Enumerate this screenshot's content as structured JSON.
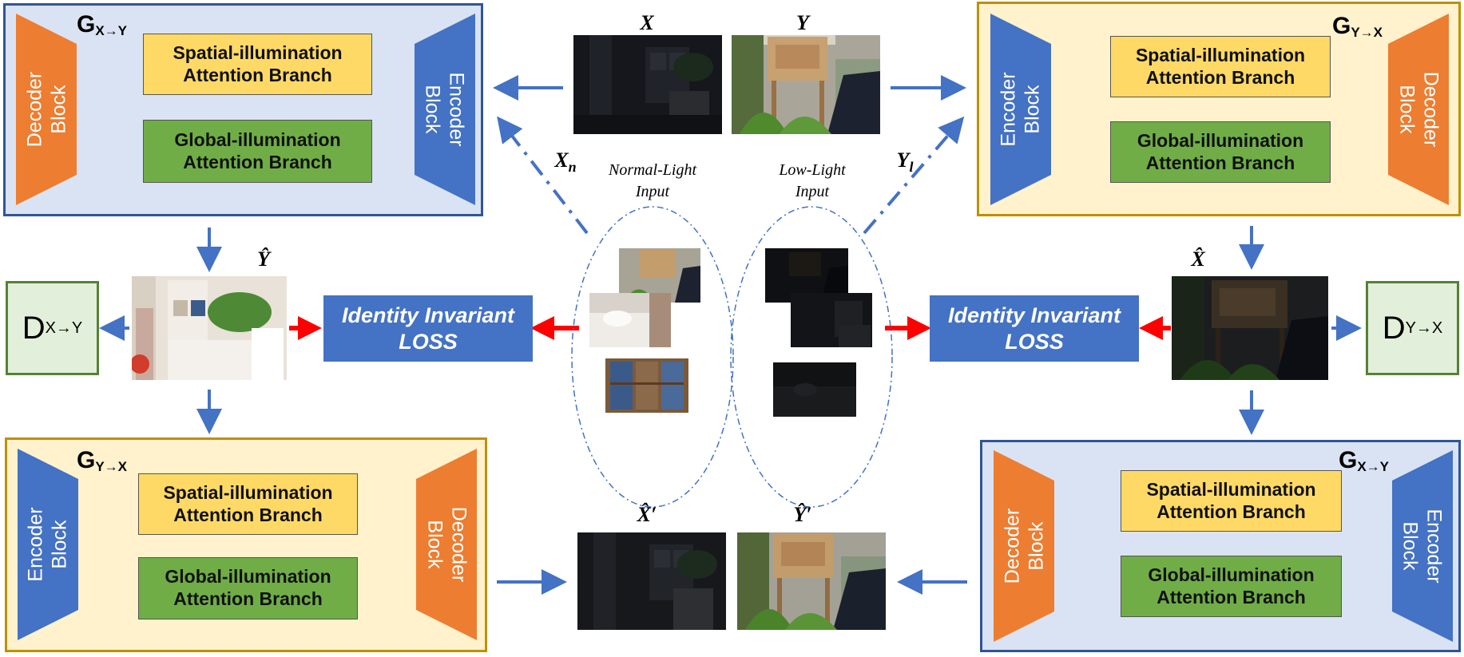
{
  "colors": {
    "blue_panel_bg": "#dae3f3",
    "blue_panel_border": "#2f5597",
    "yellow_panel_bg": "#fff2cc",
    "yellow_panel_border": "#bf9000",
    "encoder": "#4472c4",
    "decoder": "#ed7d31",
    "spatial_branch": "#ffd966",
    "global_branch": "#70ad47",
    "arrow_blue": "#4472c4",
    "arrow_red": "#ff0000"
  },
  "generators": {
    "top_left": {
      "name": "G",
      "sub": "X→Y",
      "encoder": [
        "Encoder",
        "Block"
      ],
      "decoder": [
        "Decoder",
        "Block"
      ],
      "spatial": [
        "Spatial-illumination",
        "Attention Branch"
      ],
      "global": [
        "Global-illumination",
        "Attention Branch"
      ]
    },
    "top_right": {
      "name": "G",
      "sub": "Y→X",
      "encoder": [
        "Encoder",
        "Block"
      ],
      "decoder": [
        "Decoder",
        "Block"
      ],
      "spatial": [
        "Spatial-illumination",
        "Attention Branch"
      ],
      "global": [
        "Global-illumination",
        "Attention Branch"
      ]
    },
    "bottom_left": {
      "name": "G",
      "sub": "Y→X",
      "encoder": [
        "Encoder",
        "Block"
      ],
      "decoder": [
        "Decoder",
        "Block"
      ],
      "spatial": [
        "Spatial-illumination",
        "Attention Branch"
      ],
      "global": [
        "Global-illumination",
        "Attention Branch"
      ]
    },
    "bottom_right": {
      "name": "G",
      "sub": "X→Y",
      "encoder": [
        "Encoder",
        "Block"
      ],
      "decoder": [
        "Decoder",
        "Block"
      ],
      "spatial": [
        "Spatial-illumination",
        "Attention Branch"
      ],
      "global": [
        "Global-illumination",
        "Attention Branch"
      ]
    }
  },
  "discriminators": {
    "left": {
      "name": "D",
      "sub": "X→Y"
    },
    "right": {
      "name": "D",
      "sub": "Y→X"
    }
  },
  "losses": {
    "left": [
      "Identity Invariant",
      "LOSS"
    ],
    "right": [
      "Identity Invariant",
      "LOSS"
    ]
  },
  "image_labels": {
    "x": "X",
    "y": "Y",
    "x_hat": "X̂",
    "y_hat": "Ŷ",
    "x_hat_prime": "X̂′",
    "y_hat_prime": "Ŷ′",
    "x_n_base": "X",
    "x_n_sub": "n",
    "y_l_base": "Y",
    "y_l_sub": "l"
  },
  "ellipses": {
    "normal": [
      "Normal-Light",
      "Input"
    ],
    "low": [
      "Low-Light",
      "Input"
    ]
  }
}
